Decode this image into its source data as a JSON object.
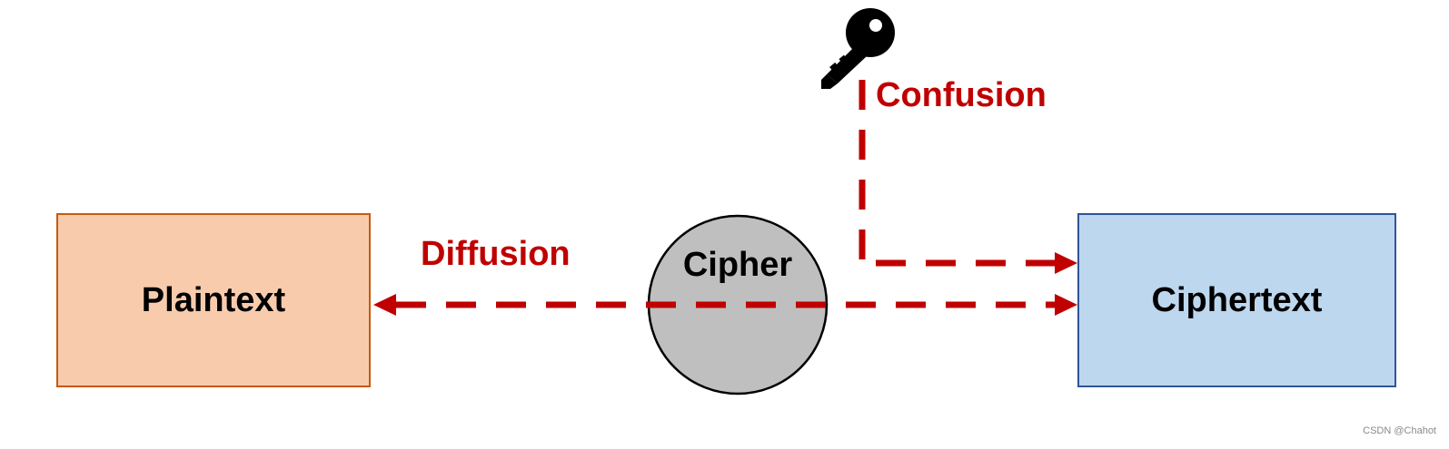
{
  "nodes": {
    "plaintext": {
      "label": "Plaintext",
      "fill": "#F8CBAD",
      "border": "#C55A11"
    },
    "cipher": {
      "label": "Cipher",
      "fill": "#BFBFBF",
      "border": "#000000"
    },
    "ciphertext": {
      "label": "Ciphertext",
      "fill": "#BDD7EE",
      "border": "#2F5597"
    }
  },
  "edges": {
    "diffusion": {
      "label": "Diffusion",
      "from": "cipher",
      "to": [
        "plaintext",
        "ciphertext"
      ],
      "style": "dashed"
    },
    "confusion": {
      "label": "Confusion",
      "from": "key",
      "to": "ciphertext",
      "style": "dashed"
    }
  },
  "key": {
    "icon": "key-icon"
  },
  "colors": {
    "edge": "#C00000",
    "edge_label": "#C00000",
    "text": "#000000"
  },
  "watermark": "CSDN @Chahot"
}
